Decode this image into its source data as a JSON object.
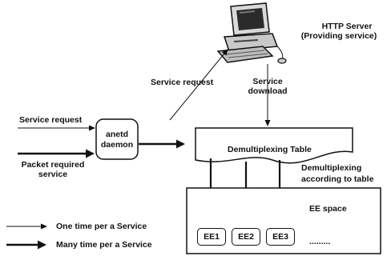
{
  "server": {
    "title": "HTTP Server",
    "subtitle": "(Providing service)"
  },
  "labels": {
    "service_request_up": "Service request",
    "service_download_1": "Service",
    "service_download_2": "download",
    "service_request_left": "Service request",
    "packet_required_1": "Packet required",
    "packet_required_2": "service",
    "demux_according_1": "Demultiplexing",
    "demux_according_2": "according to table"
  },
  "daemon": {
    "line1": "anetd",
    "line2": "daemon"
  },
  "demux_table": "Demultiplexing Table",
  "ee_space": {
    "title": "EE space",
    "items": [
      "EE1",
      "EE2",
      "EE3"
    ],
    "more": "........."
  },
  "legend": {
    "thin": "One time per  a Service",
    "thick": "Many time per  a Service"
  }
}
